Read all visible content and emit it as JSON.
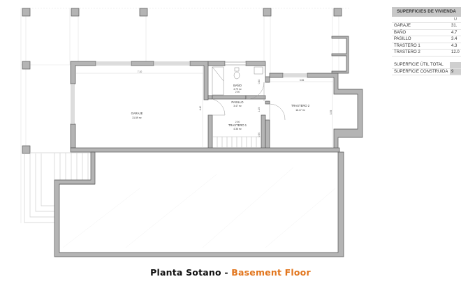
{
  "plan": {
    "rooms": [
      {
        "name": "GARAJE",
        "area": "31.59 m²"
      },
      {
        "name": "BAÑO",
        "area": "4.79 m²"
      },
      {
        "name": "PASILLO",
        "area": "3.47 m²"
      },
      {
        "name": "TRASTERO 1",
        "area": "4.36 m²"
      },
      {
        "name": "TRASTERO 2",
        "area": "16.17 m²"
      }
    ],
    "dimensions": {
      "garage_width": "7.10",
      "garage_depth": "4.40",
      "bath_width": "2.90",
      "trastero1_width": "2.90",
      "trastero2_width": "3.56",
      "trastero2_depth": "3.55",
      "bath_door": "0.80",
      "pasillo_height": "1.25",
      "trastero1_height": "0.90"
    },
    "colors": {
      "wall_fill": "#b4b4b4",
      "wall_stroke": "#555555",
      "grid_line": "#dddddd"
    }
  },
  "table": {
    "title": "SUPERFICIES DE VIVIENDA",
    "unit_header": "U",
    "rows": [
      {
        "label": "GARAJE",
        "value": "31."
      },
      {
        "label": "BAÑO",
        "value": "4.7"
      },
      {
        "label": "PASILLO",
        "value": "3.4"
      },
      {
        "label": "TRASTERO 1",
        "value": "4.3"
      },
      {
        "label": "TRASTERO 2",
        "value": "12.0"
      }
    ],
    "totals": [
      {
        "label": "SUPERFICIE ÚTIL TOTAL",
        "value": ""
      },
      {
        "label": "SUPERFICIE CONSTRUIDA",
        "value": "9"
      }
    ]
  },
  "caption": {
    "spanish": "Planta  Sotano - ",
    "english": "Basement Floor",
    "accent_color": "#e2761e"
  }
}
